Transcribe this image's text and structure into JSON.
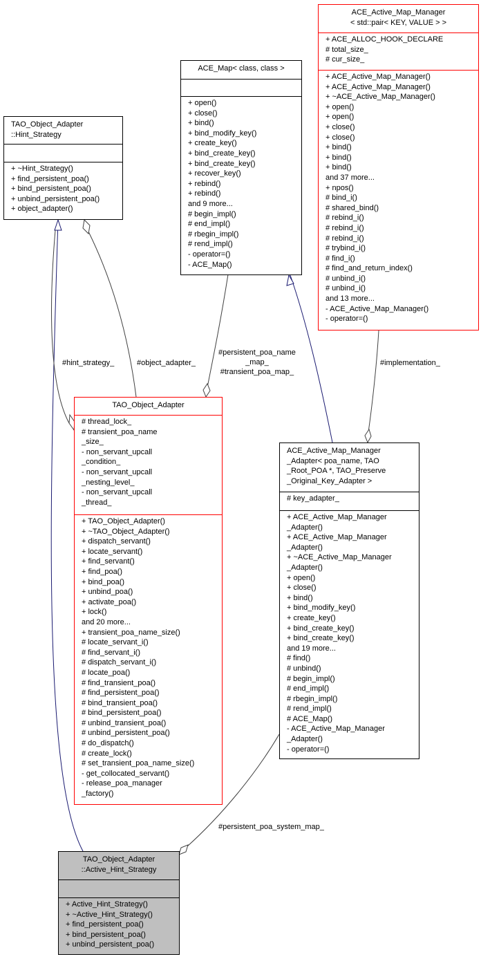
{
  "classes": {
    "hint_strategy": {
      "title": "TAO_Object_Adapter\n::Hint_Strategy",
      "attributes": "",
      "methods": "+ ~Hint_Strategy()\n+ find_persistent_poa()\n+ bind_persistent_poa()\n+ unbind_persistent_poa()\n+ object_adapter()"
    },
    "ace_map": {
      "title": "ACE_Map< class, class >",
      "attributes": "",
      "methods": "+ open()\n+ close()\n+ bind()\n+ bind_modify_key()\n+ create_key()\n+ bind_create_key()\n+ bind_create_key()\n+ recover_key()\n+ rebind()\n+ rebind()\nand 9 more...\n# begin_impl()\n# end_impl()\n# rbegin_impl()\n# rend_impl()\n- operator=()\n- ACE_Map()"
    },
    "active_map_manager": {
      "title": "ACE_Active_Map_Manager\n< std::pair< KEY, VALUE > >",
      "attributes": "+ ACE_ALLOC_HOOK_DECLARE\n# total_size_\n# cur_size_",
      "methods": "+ ACE_Active_Map_Manager()\n+ ACE_Active_Map_Manager()\n+ ~ACE_Active_Map_Manager()\n+ open()\n+ open()\n+ close()\n+ close()\n+ bind()\n+ bind()\n+ bind()\nand 37 more...\n+ npos()\n# bind_i()\n# shared_bind()\n# rebind_i()\n# rebind_i()\n# rebind_i()\n# trybind_i()\n# find_i()\n# find_and_return_index()\n# unbind_i()\n# unbind_i()\nand 13 more...\n- ACE_Active_Map_Manager()\n- operator=()"
    },
    "object_adapter": {
      "title": "TAO_Object_Adapter",
      "attributes": "# thread_lock_\n# transient_poa_name\n_size_\n- non_servant_upcall\n_condition_\n- non_servant_upcall\n_nesting_level_\n- non_servant_upcall\n_thread_",
      "methods": "+ TAO_Object_Adapter()\n+ ~TAO_Object_Adapter()\n+ dispatch_servant()\n+ locate_servant()\n+ find_servant()\n+ find_poa()\n+ bind_poa()\n+ unbind_poa()\n+ activate_poa()\n+ lock()\nand 20 more...\n+ transient_poa_name_size()\n# locate_servant_i()\n# find_servant_i()\n# dispatch_servant_i()\n# locate_poa()\n# find_transient_poa()\n# find_persistent_poa()\n# bind_transient_poa()\n# bind_persistent_poa()\n# unbind_transient_poa()\n# unbind_persistent_poa()\n# do_dispatch()\n# create_lock()\n# set_transient_poa_name_size()\n- get_collocated_servant()\n- release_poa_manager\n_factory()"
    },
    "map_manager_adapter": {
      "title": "ACE_Active_Map_Manager\n_Adapter< poa_name, TAO\n_Root_POA *, TAO_Preserve\n_Original_Key_Adapter >",
      "attributes": "# key_adapter_",
      "methods": "+ ACE_Active_Map_Manager\n_Adapter()\n+ ACE_Active_Map_Manager\n_Adapter()\n+ ~ACE_Active_Map_Manager\n_Adapter()\n+ open()\n+ close()\n+ bind()\n+ bind_modify_key()\n+ create_key()\n+ bind_create_key()\n+ bind_create_key()\nand 19 more...\n# find()\n# unbind()\n# begin_impl()\n# end_impl()\n# rbegin_impl()\n# rend_impl()\n# ACE_Map()\n- ACE_Active_Map_Manager\n_Adapter()\n- operator=()"
    },
    "active_hint_strategy": {
      "title": "TAO_Object_Adapter\n::Active_Hint_Strategy",
      "attributes": "",
      "methods": "+ Active_Hint_Strategy()\n+ ~Active_Hint_Strategy()\n+ find_persistent_poa()\n+ bind_persistent_poa()\n+ unbind_persistent_poa()"
    }
  },
  "edge_labels": {
    "hint_strategy": "#hint_strategy_",
    "object_adapter": "#object_adapter_",
    "poa_maps": "#persistent_poa_name\n_map_\n#transient_poa_map_",
    "implementation": "#implementation_",
    "system_map": "#persistent_poa_system_map_"
  },
  "colors": {
    "inheritance": "#191970",
    "usage": "#404040",
    "highlight_fill": "#bfbfbf",
    "undocumented_border": "#ff0000"
  }
}
